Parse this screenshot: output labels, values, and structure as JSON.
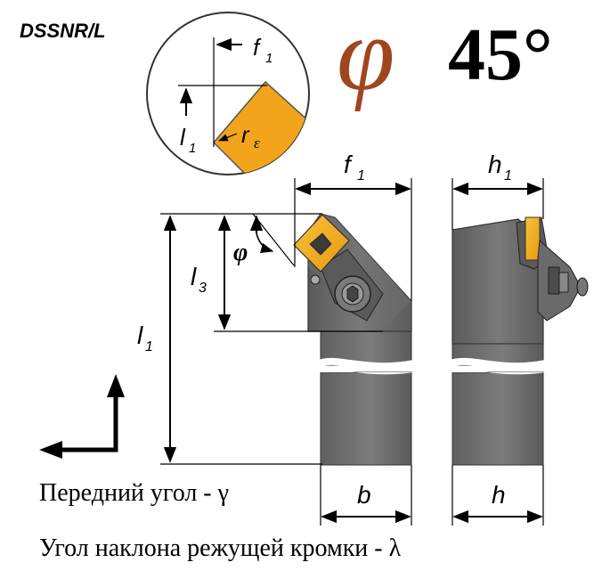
{
  "header": {
    "tool_code": "DSSNR/L",
    "phi_symbol": "φ",
    "angle_value": "45°"
  },
  "detail_view": {
    "label_f1": "f",
    "label_f1_sub": "1",
    "label_l1": "l",
    "label_l1_sub": "1",
    "label_r": "r",
    "label_r_sub": "ε"
  },
  "dimensions": {
    "f1": "f",
    "f1_sub": "1",
    "h1": "h",
    "h1_sub": "1",
    "l1": "l",
    "l1_sub": "1",
    "l3": "l",
    "l3_sub": "3",
    "phi": "φ",
    "b": "b",
    "h": "h"
  },
  "captions": {
    "rake_angle": "Передний угол - γ",
    "inclination_angle": "Угол наклона режущей кромки - λ"
  },
  "colors": {
    "insert": "#f2a51c",
    "holder": "#6b6b6b",
    "holder_dark": "#4a4a4a",
    "holder_light": "#8a8a8a",
    "phi_accent": "#a0461e"
  }
}
